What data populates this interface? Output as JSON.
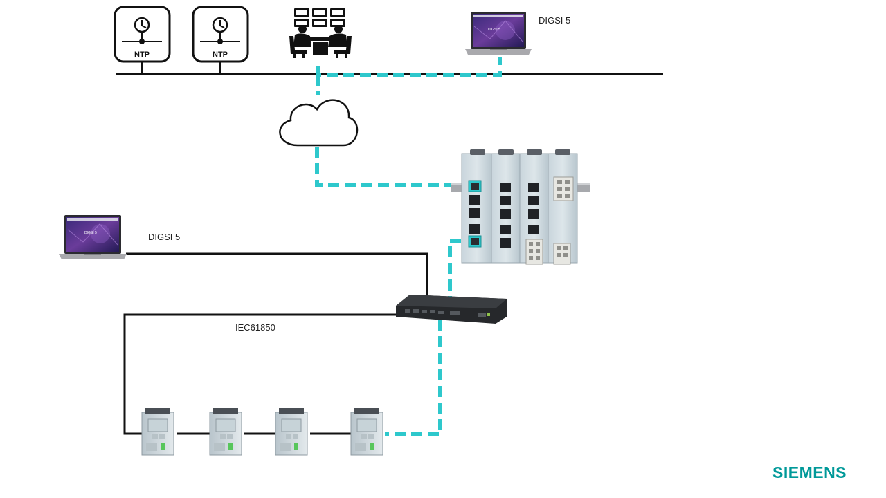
{
  "labels": {
    "digsi_top": "DIGSI 5",
    "digsi_left": "DIGSI 5",
    "iec": "IEC61850",
    "ntp_1": "NTP",
    "ntp_2": "NTP",
    "laptop_screen_1": "DIGSI 5",
    "laptop_screen_2": "DIGSI 5"
  },
  "brand": {
    "name": "SIEMENS"
  },
  "colors": {
    "fiber": "#2ec8cc",
    "copper": "#111111",
    "brand": "#009999"
  },
  "icons": {
    "ntp_server": "clock-icon",
    "control_center": "operators-workstation-icon",
    "laptop": "laptop-icon",
    "cloud": "cloud-icon",
    "rtu": "modular-rtu-device",
    "switch": "ethernet-switch",
    "relay": "protection-relay-device"
  }
}
